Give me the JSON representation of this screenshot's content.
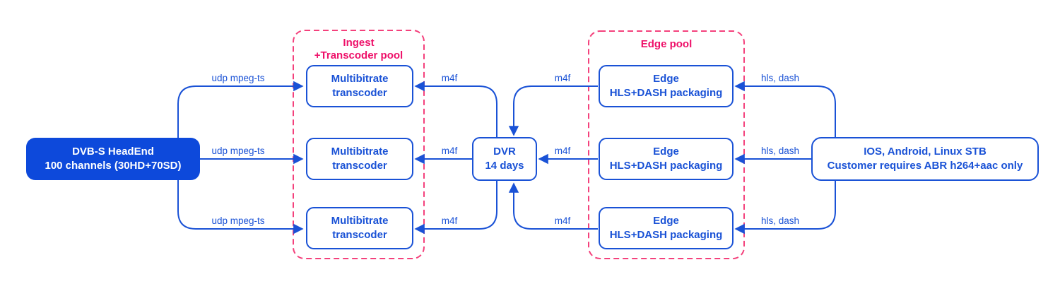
{
  "colors": {
    "blue_stroke": "#1a52d6",
    "blue_fill": "#0d49db",
    "pink_text": "#ee1069",
    "pink_dash": "#f4417c",
    "background": "#ffffff"
  },
  "headend": {
    "title": "DVB-S HeadEnd",
    "subtitle": "100 channels (30HD+70SD)"
  },
  "ingest_pool": {
    "title_line1": "Ingest",
    "title_line2": "+Transcoder pool",
    "nodes": [
      {
        "title": "Multibitrate",
        "subtitle": "transcoder"
      },
      {
        "title": "Multibitrate",
        "subtitle": "transcoder"
      },
      {
        "title": "Multibitrate",
        "subtitle": "transcoder"
      }
    ]
  },
  "dvr": {
    "title": "DVR",
    "subtitle": "14 days"
  },
  "edge_pool": {
    "title": "Edge pool",
    "nodes": [
      {
        "title": "Edge",
        "subtitle": "HLS+DASH packaging"
      },
      {
        "title": "Edge",
        "subtitle": "HLS+DASH packaging"
      },
      {
        "title": "Edge",
        "subtitle": "HLS+DASH packaging"
      }
    ]
  },
  "clients": {
    "title": "IOS, Android, Linux STB",
    "subtitle": "Customer requires ABR h264+aac only"
  },
  "link_labels": {
    "udp": "udp mpeg-ts",
    "m4f": "m4f",
    "hls": "hls, dash"
  }
}
